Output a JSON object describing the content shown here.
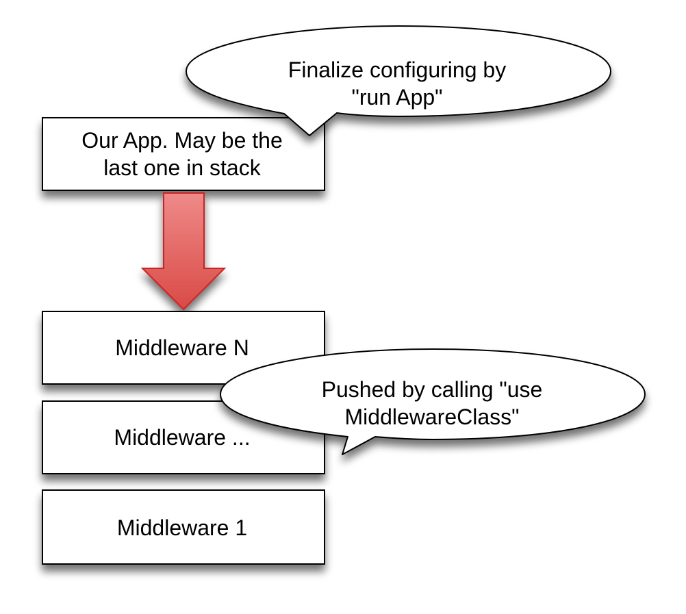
{
  "diagram": {
    "app_box": {
      "line1": "Our App. May be the",
      "line2": "last one in stack"
    },
    "arrow": {
      "direction": "down",
      "color_top": "#EE8A88",
      "color_bottom": "#D94A46",
      "stroke": "#CC2222"
    },
    "stack": {
      "box_n": "Middleware N",
      "box_mid": "Middleware ...",
      "box_1": "Middleware 1"
    },
    "bubble_run": {
      "line1": "Finalize configuring by",
      "line2": "\"run App\""
    },
    "bubble_use": {
      "line1": "Pushed by calling \"use",
      "line2": "MiddlewareClass\""
    }
  }
}
